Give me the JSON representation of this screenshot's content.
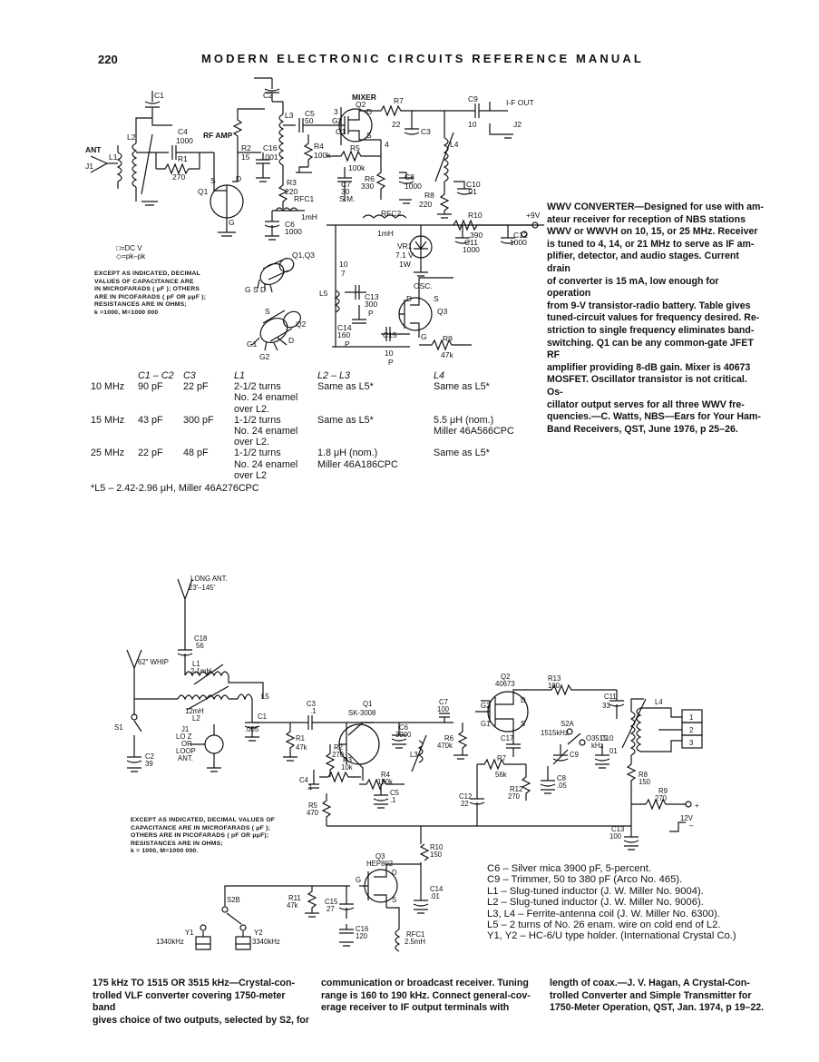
{
  "header": {
    "page_number": "220",
    "title": "MODERN ELECTRONIC CIRCUITS REFERENCE MANUAL"
  },
  "wwv": {
    "caption": [
      "WWV CONVERTER—Designed for use with am-",
      "ateur receiver for reception of NBS stations",
      "WWV or WWVH on 10, 15, or 25 MHz. Receiver",
      "is tuned to 4, 14, or 21 MHz to serve as IF am-",
      "plifier, detector, and audio stages. Current drain",
      "of converter is 15 mA, low enough for operation",
      "from 9-V transistor-radio battery. Table gives",
      "tuned-circuit values for frequency desired. Re-",
      "striction to single frequency eliminates band-",
      "switching. Q1 can be any common-gate JFET RF",
      "amplifier providing 8-dB gain. Mixer is 40673",
      "MOSFET. Oscillator transistor is not critical. Os-",
      "cillator output serves for all three WWV fre-",
      "quencies.—C. Watts, NBS—Ears for Your Ham-",
      "Band Receivers, QST, June 1976, p 25–26."
    ],
    "note": [
      "EXCEPT AS INDICATED, DECIMAL",
      "VALUES OF CAPACITANCE ARE",
      "IN MICROFARADS ( μF ); OTHERS",
      "ARE IN PICOFARADS ( pF OR μμF );",
      "RESISTANCES ARE IN OHMS;",
      "k =1000, M=1000 000"
    ],
    "legend": [
      "□=DC V",
      "◇=pk–pk"
    ],
    "labels": {
      "ant": "ANT",
      "j1": "J1",
      "l1": "L1",
      "l2": "L2",
      "c1": "C1",
      "c2": "C2",
      "c4": "C4",
      "c4v": "1000",
      "rfamp": "RF AMP",
      "r1": "R1",
      "r1v": "270",
      "q1": "Q1",
      "s": "S",
      "d": "D",
      "g": "G",
      "r2": "R2",
      "r2v": "15",
      "c16": "C16",
      "c16v": ".001",
      "l3": "L3",
      "c5": "C5",
      "c5v": "50",
      "r3": "R3",
      "r3v": "220",
      "rfc1": "RFC1",
      "mh": "1mH",
      "c6": "C6",
      "c6v": "1000",
      "mixer": "MIXER",
      "q2": "Q2",
      "r7": "R7",
      "r7v": "22",
      "c9": "C9",
      "c9v": "10",
      "ifout": "I-F OUT",
      "j2": "J2",
      "r4": "R4",
      "r4v": "100k",
      "r5": "R5",
      "r5v": "100k",
      "c3": "C3",
      "l4": "L4",
      "c7": "C7",
      "c7v": "30",
      "sm": "S.M.",
      "r6": "R6",
      "r6v": "330",
      "c8": "C8",
      "c8v": "1000",
      "r8": "R8",
      "r8v": "220",
      "c10": "C10",
      "c10v": ".01",
      "rfc2": "RFC2",
      "r10": "R10",
      "r10v": "390",
      "plus9": "+9V",
      "c11": "C11",
      "c11v": "1000",
      "c12": "C12",
      "c12v": "1000",
      "vr1": "VR1",
      "vr1v": "7.1 V",
      "vr1w": "1W",
      "q1q3": "Q1,Q3",
      "gsd": "G S D",
      "osc": "OSC.",
      "l5": "L5",
      "c13": "C13",
      "c13v": "300",
      "c14": "C14",
      "c14v": "160",
      "c15": "C15",
      "c15v": "10",
      "p": "P",
      "q3": "Q3",
      "r9": "R9",
      "r9v": "47k",
      "g1": "G1",
      "g2": "G2",
      "v3": "3",
      "v4": "4",
      "v10": "10",
      "v7": "7"
    },
    "table": {
      "headers": [
        "",
        "C1 – C2",
        "C3",
        "L1",
        "L2 – L3",
        "L4"
      ],
      "rows": [
        {
          "f": "10 MHz",
          "c12": "90 pF",
          "c3": "22 pF",
          "l1": [
            "2-1/2 turns",
            "No. 24 enamel",
            "over L2."
          ],
          "l23": [
            "Same as L5*"
          ],
          "l4": [
            "Same as L5*"
          ]
        },
        {
          "f": "15 MHz",
          "c12": "43 pF",
          "c3": "300 pF",
          "l1": [
            "1-1/2 turns",
            "No. 24 enamel",
            "over L2."
          ],
          "l23": [
            "Same as L5*"
          ],
          "l4": [
            "5.5 μH (nom.)",
            "Miller 46A566CPC"
          ]
        },
        {
          "f": "25 MHz",
          "c12": "22 pF",
          "c3": "48 pF",
          "l1": [
            "1-1/2 turns",
            "No. 24 enamel",
            "over L2"
          ],
          "l23": [
            "1.8 μH (nom.)",
            "Miller 46A186CPC"
          ],
          "l4": [
            "Same as L5*"
          ]
        }
      ],
      "footnote": "*L5 – 2.42-2.96 μH, Miller 46A276CPC"
    }
  },
  "vlf": {
    "caption_col1": [
      "175 kHz TO 1515 OR 3515 kHz—Crystal-con-",
      "trolled VLF converter covering 1750-meter band",
      "gives choice of two outputs, selected by S2, for"
    ],
    "caption_col2": [
      "communication or broadcast receiver. Tuning",
      "range is 160 to 190 kHz. Connect general-cov-",
      "erage receiver to IF output terminals with"
    ],
    "caption_col3": [
      "length of coax.—J. V. Hagan, A Crystal-Con-",
      "trolled Converter and Simple Transmitter for",
      "1750-Meter Operation, QST, Jan. 1974, p 19–22."
    ],
    "note": [
      "EXCEPT AS INDICATED, DECIMAL VALUES OF",
      "CAPACITANCE ARE IN MICROFARADS ( μF );",
      "OTHERS ARE IN PICOFARADS ( pF OR μμF);",
      "RESISTANCES ARE IN OHMS;",
      "k = 1000, M=1000 000."
    ],
    "parts": [
      "C6 – Silver mica 3900 pF, 5-percent.",
      "C9 – Trimmer, 50 to 380 pF (Arco No. 465).",
      "L1 – Slug-tuned inductor (J. W. Miller No. 9004).",
      "L2 – Slug-tuned inductor (J. W. Miller No. 9006).",
      "L3, L4 – Ferrite-antenna coil (J. W. Miller No. 6300).",
      "L5 – 2 turns of No. 26 enam. wire on cold end of L2.",
      "Y1, Y2 – HC-6/U type holder. (International Crystal Co.)"
    ],
    "labels": {
      "longant": "LONG ANT.",
      "longlen": "23'–145'",
      "whip": "62\" WHIP",
      "c18": "C18",
      "c18v": "56",
      "l1": "L1",
      "l1v": "2.1mH",
      "l2v": "12mH",
      "l2": "L2",
      "l5": "L5",
      "s1": "S1",
      "c2": "C2",
      "c2v": "39",
      "j1": "J1",
      "loz": "LO Z",
      "or": "OR",
      "loop": "LOOP",
      "antdot": "ANT.",
      "c1": "C1",
      "c1v": ".005",
      "r1": "R1",
      "r1v": "47k",
      "c3": "C3",
      "c3v": ".1",
      "q1": "Q1",
      "q1v": "SK-3008",
      "r2": "R2",
      "r2v": "270",
      "r3": "R3",
      "r3v": "10k",
      "c6": "C6",
      "c6v": "3900",
      "l3": "L3",
      "r4": "R4",
      "r4v": "150k",
      "c4": "C4",
      "c4v": ".1",
      "c5": "C5",
      "c5v": ".1",
      "r5": "R5",
      "r5v": "470",
      "c7": "C7",
      "c7v": "100",
      "r6": "R6",
      "r6v": "470k",
      "q2": "Q2",
      "q2v": "40673",
      "g1": "G1",
      "g2": "G2",
      "d": "D",
      "s": "S",
      "c17": "C17",
      "r7": "R7",
      "r7v": "56k",
      "c12": "C12",
      "c12v": "22",
      "r12": "R12",
      "r12v": "270",
      "c8": "C8",
      "c8v": ".05",
      "r13": "R13",
      "r13v": "100",
      "s2a": "S2A",
      "k1515": "1515kHz",
      "k3515": "O3515",
      "khz": "kHz",
      "c9": "C9",
      "c11": "C11",
      "c11v": "33",
      "c10": "C10",
      "c10v": "01",
      "l4": "L4",
      "r8": "R8",
      "r8v": "150",
      "r9": "R9",
      "r9v": "270",
      "v12": "12V",
      "plus": "+",
      "minus": "–",
      "c13": "C13",
      "c13v": "100",
      "o1": "1",
      "o2": "2",
      "o3": "3",
      "r10": "R10",
      "r10v": "150",
      "q3": "Q3",
      "q3v": "HEP802",
      "g": "G",
      "c14": "C14",
      "c14v": ".01",
      "s2b": "S2B",
      "r11": "R11",
      "r11v": "47k",
      "c15": "C15",
      "c15v": "27",
      "c16": "C16",
      "c16v": "120",
      "rfc1": "RFC1",
      "rfc1v": "2.5mH",
      "y1": "Y1",
      "y1v": "1340kHz",
      "y2": "Y2",
      "y2v": "3340kHz"
    }
  }
}
